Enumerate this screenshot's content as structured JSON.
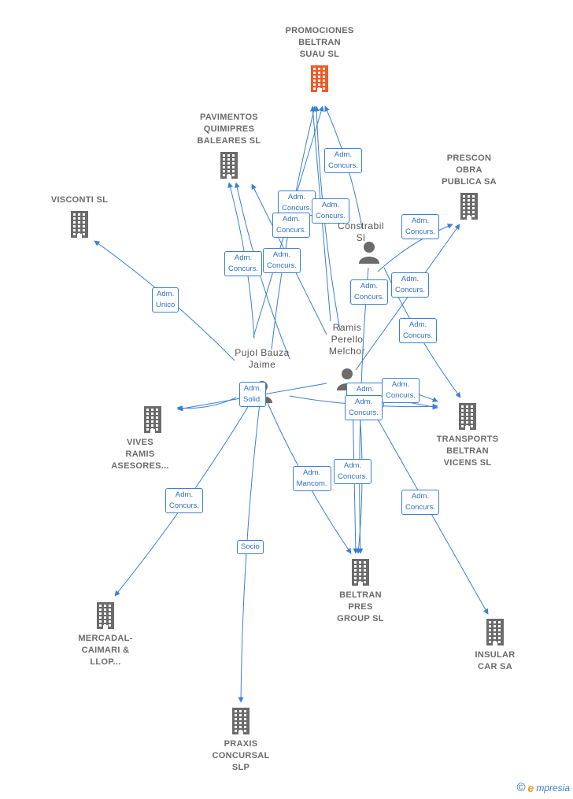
{
  "nodes": [
    {
      "id": "promociones",
      "type": "company",
      "main": true,
      "label": "PROMOCIONES\nBELTRAN\nSUAU SL",
      "color": "#f05a28"
    },
    {
      "id": "pavimentos",
      "type": "company",
      "label": "PAVIMENTOS\nQUIMIPRES\nBALEARES SL",
      "color": "#6b6b6b"
    },
    {
      "id": "visconti",
      "type": "company",
      "label": "VISCONTI SL",
      "color": "#6b6b6b"
    },
    {
      "id": "prescon",
      "type": "company",
      "label": "PRESCON\nOBRA\nPUBLICA SA",
      "color": "#6b6b6b"
    },
    {
      "id": "constrabil",
      "type": "person",
      "label": "Constrabil Sl",
      "color": "#6b6b6b"
    },
    {
      "id": "ramis",
      "type": "person",
      "label": "Ramis\nPerello\nMelchor",
      "color": "#6b6b6b"
    },
    {
      "id": "pujol",
      "type": "person",
      "label": "Pujol Bauza\nJaime",
      "color": "#6b6b6b"
    },
    {
      "id": "vives",
      "type": "company",
      "label": "VIVES\nRAMIS\nASESORES...",
      "color": "#6b6b6b"
    },
    {
      "id": "transports",
      "type": "company",
      "label": "TRANSPORTS\nBELTRAN\nVICENS SL",
      "color": "#6b6b6b"
    },
    {
      "id": "beltranpres",
      "type": "company",
      "label": "BELTRAN\nPRES\nGROUP SL",
      "color": "#6b6b6b"
    },
    {
      "id": "mercadal",
      "type": "company",
      "label": "MERCADAL-\nCAIMARI &\nLLOP...",
      "color": "#6b6b6b"
    },
    {
      "id": "insular",
      "type": "company",
      "label": "INSULAR\nCAR SA",
      "color": "#6b6b6b"
    },
    {
      "id": "praxis",
      "type": "company",
      "label": "PRAXIS\nCONCURSAL\nSLP",
      "color": "#6b6b6b"
    }
  ],
  "badges": [
    {
      "label": "Adm.\nConcurs."
    },
    {
      "label": "Adm.\nConcurs."
    },
    {
      "label": "Adm.\nConcurs."
    },
    {
      "label": "Adm.\nConcurs."
    },
    {
      "label": "Adm.\nConcurs."
    },
    {
      "label": "Adm.\nConcurs."
    },
    {
      "label": "Adm.\nConcurs."
    },
    {
      "label": "Adm.\nUnico"
    },
    {
      "label": "Adm.\nConcurs."
    },
    {
      "label": "Adm.\nConcurs."
    },
    {
      "label": "Adm.\nConcurs."
    },
    {
      "label": "Adm.\nSolid."
    },
    {
      "label": "Adm.\nConcurs."
    },
    {
      "label": "Adm.\nConcurs."
    },
    {
      "label": "Adm.\nConcurs."
    },
    {
      "label": "Adm.\nConcurs."
    },
    {
      "label": "Adm.\nMancom."
    },
    {
      "label": "Adm.\nConcurs."
    },
    {
      "label": "Adm.\nConcurs."
    },
    {
      "label": "Socio"
    }
  ],
  "edge_color": "#3b7fd6",
  "brand": {
    "copyright": "©",
    "e": "e",
    "name": "mpresia"
  }
}
